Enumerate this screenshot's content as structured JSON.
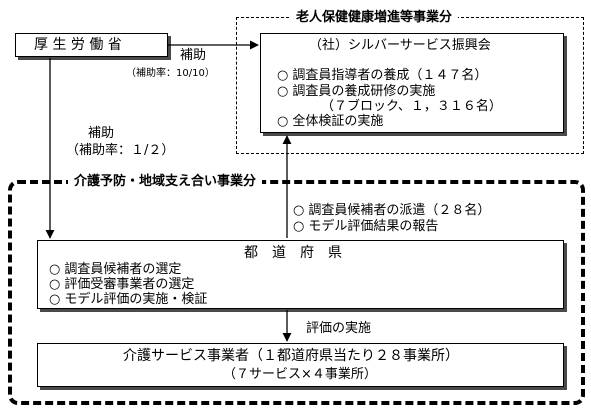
{
  "regions": {
    "elderly_health": {
      "title": "老人保健健康増進等事業分"
    },
    "care_prevention": {
      "title": "介護予防・地域支え合い事業分"
    }
  },
  "mhlw": {
    "label": "厚 生 労 働 省"
  },
  "silver_association": {
    "title": "（社）シルバーサービス振興会",
    "items": [
      {
        "bullet": "○",
        "text": "調査員指導者の養成（１４７名）"
      },
      {
        "bullet": "○",
        "text": "調査員の養成研修の実施"
      },
      {
        "bullet": "",
        "text": "（７ブロック、１，３１６名）"
      },
      {
        "bullet": "○",
        "text": "全体検証の実施"
      }
    ]
  },
  "subsidy_right": {
    "label": "補助",
    "rate": "（補助率：10/10）"
  },
  "subsidy_down": {
    "label": "補助",
    "rate": "（補助率：１/２）"
  },
  "dispatch_report": {
    "items": [
      {
        "bullet": "○",
        "text": "調査員候補者の派遣（２８名）"
      },
      {
        "bullet": "○",
        "text": "モデル評価結果の報告"
      }
    ]
  },
  "prefecture": {
    "title": "都　道　府　県",
    "items": [
      {
        "bullet": "○",
        "text": "調査員候補者の選定"
      },
      {
        "bullet": "○",
        "text": "評価受審事業者の選定"
      },
      {
        "bullet": "○",
        "text": "モデル評価の実施・検証"
      }
    ]
  },
  "evaluation": {
    "label": "評価の実施"
  },
  "provider": {
    "line1": "介護サービス事業者（１都道府県当たり２８事業所）",
    "line2": "（７サービス×４事業所）"
  }
}
